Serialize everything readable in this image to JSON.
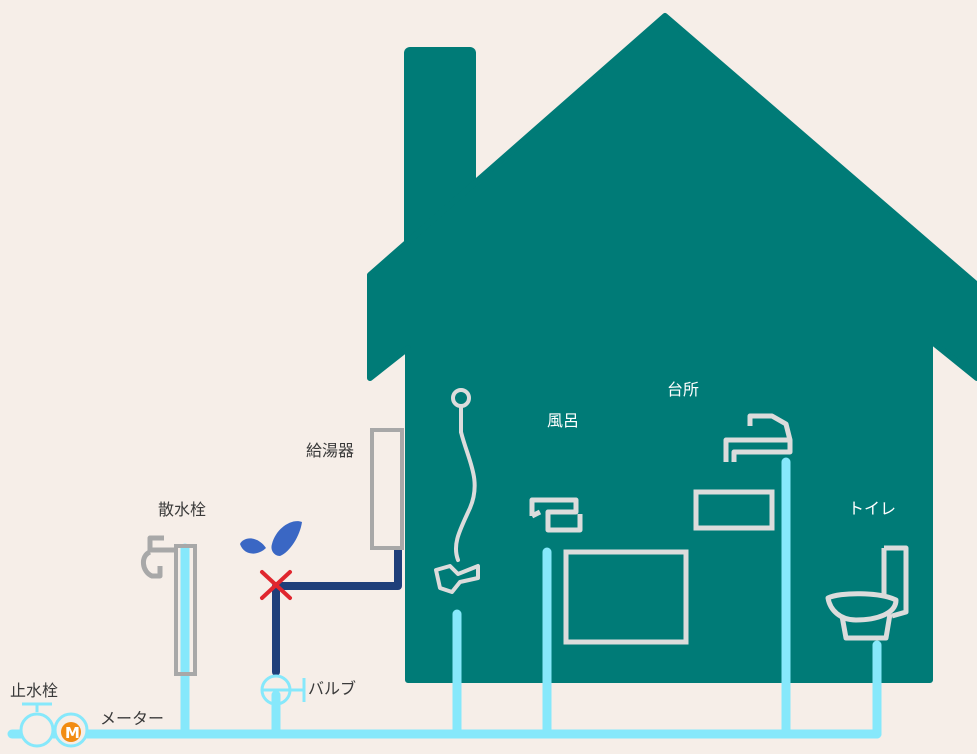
{
  "labels": {
    "stop_valve": "止水栓",
    "meter": "メーター",
    "valve": "バルブ",
    "sprinkler": "散水栓",
    "water_heater": "給湯器",
    "bath": "風呂",
    "kitchen": "台所",
    "toilet": "トイレ",
    "meter_mark": "M"
  },
  "colors": {
    "background": "#f6eee8",
    "house": "#007b77",
    "cold_water_pipe": "#86e8fb",
    "hot_water_pipe": "#1f3f7a",
    "fixture_outline": "#dcdcdc",
    "leak_mark": "#e0262e",
    "water_drops": "#3a67c4",
    "meter_badge": "#f28c12"
  },
  "icons": {
    "stop_valve": "stop-valve-icon",
    "meter": "water-meter-icon",
    "valve": "valve-icon",
    "leak": "leak-x-icon",
    "drops": "water-drops-icon",
    "sprinkler_faucet": "faucet-icon",
    "shower": "shower-icon",
    "bath_faucet": "faucet-icon",
    "kitchen_faucet": "faucet-icon",
    "toilet": "toilet-icon"
  }
}
